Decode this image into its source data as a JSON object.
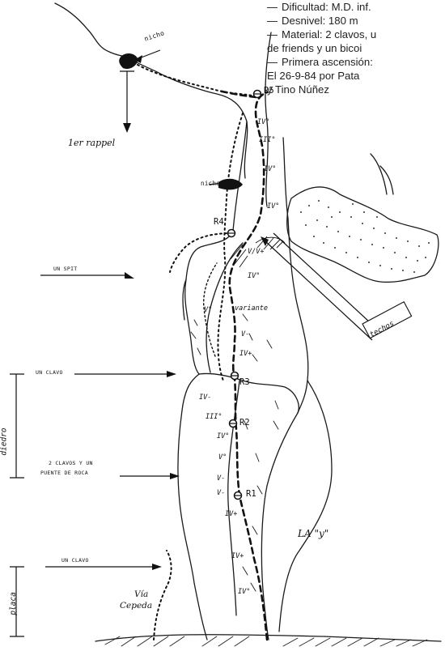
{
  "info": {
    "lines": [
      "Dificultad: M.D. inf.",
      "Desnivel: 180 m",
      "Material: 2 clavos, u",
      "de friends y un bicoi",
      "Primera ascensión:",
      "El 26-9-84 por Pata",
      "y Tino Núñez"
    ]
  },
  "labels": {
    "nicho_top": "nicho",
    "rappel": "1er rappel",
    "nicho_mid": "nicho",
    "techos": "techos",
    "un_spit": "UN SPIT",
    "variante": "variante",
    "un_clavo_top": "UN CLAVO",
    "diedro": "diedro",
    "dos_clavos_1": "2 CLAVOS Y UN",
    "dos_clavos_2": "PUENTE DE ROCA",
    "un_clavo_bottom": "UN CLAVO",
    "placa": "placa",
    "via_1": "Vía",
    "via_2": "Cepeda",
    "la_y": "LA \"y\""
  },
  "relays": [
    "R5",
    "R4",
    "R3",
    "R2",
    "R1"
  ],
  "grades": {
    "g1": "IV°",
    "g2": "III°",
    "g3": "IV°",
    "g4": "IV°",
    "g5": "V/V+",
    "g6": "IV°",
    "g7": "V°",
    "g8": "V-",
    "g9": "IV+",
    "g10": "IV-",
    "g11": "III°",
    "g12": "IV°",
    "g13": "V°",
    "g14": "V-",
    "g15": "V-",
    "g16": "IV+",
    "g17": "IV+",
    "g18": "IV°"
  }
}
